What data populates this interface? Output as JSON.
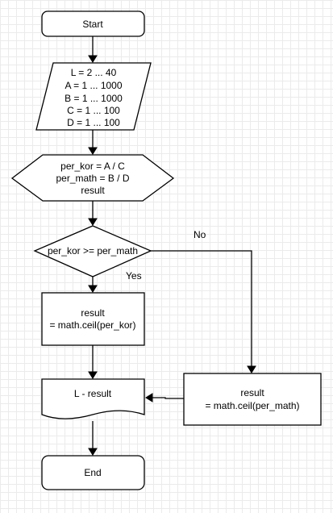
{
  "diagram": {
    "start": "Start",
    "input": [
      "L = 2 ... 40",
      "A = 1 ... 1000",
      "B = 1 ... 1000",
      "C = 1 ... 100",
      "D = 1 ... 100"
    ],
    "prep": [
      "per_kor = A / C",
      "per_math = B / D",
      "result"
    ],
    "decision": "per_kor >= per_math",
    "yes_label": "Yes",
    "no_label": "No",
    "result_kor": [
      "result",
      "= math.ceil(per_kor)"
    ],
    "result_math": [
      "result",
      "= math.ceil(per_math)"
    ],
    "output": "L - result",
    "end": "End"
  }
}
